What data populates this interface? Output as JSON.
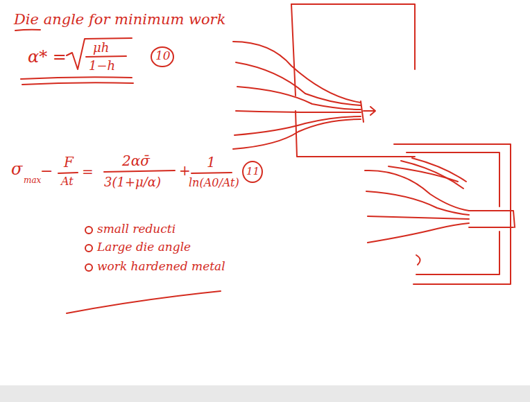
{
  "diagram": {
    "title": "Die angle for minimum work",
    "labels": [
      "α* =",
      "μh",
      "1−h",
      "10",
      "σ",
      "max",
      "−",
      "F",
      "At",
      "=",
      "2ασ̄",
      "3(1+μ/α)",
      "+",
      "1",
      "ln(A0/At)",
      "11",
      "small reducti",
      "Large die angle",
      "work hardened metal"
    ]
  }
}
